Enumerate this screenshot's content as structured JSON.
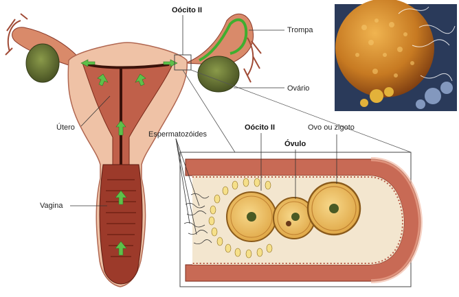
{
  "labels": {
    "oocito_top": "Oócito II",
    "trompa": "Trompa",
    "ovario": "Ovário",
    "utero": "Útero",
    "vagina": "Vagina",
    "espermatozoides": "Espermatozóides",
    "oocito_zoom": "Oócito II",
    "ovulo": "Óvulo",
    "zigoto": "Ovo ou zigoto"
  },
  "colors": {
    "uterus_tissue": "#d08060",
    "uterus_light": "#f0c4a8",
    "lumen_dark": "#4a1810",
    "ovary": "#6b7a3a",
    "arrow_green": "#5ec04a",
    "zoom_tube": "#c86a55",
    "oocyte_fill": "#f2c46a",
    "photo_bg": "#c9822c"
  }
}
